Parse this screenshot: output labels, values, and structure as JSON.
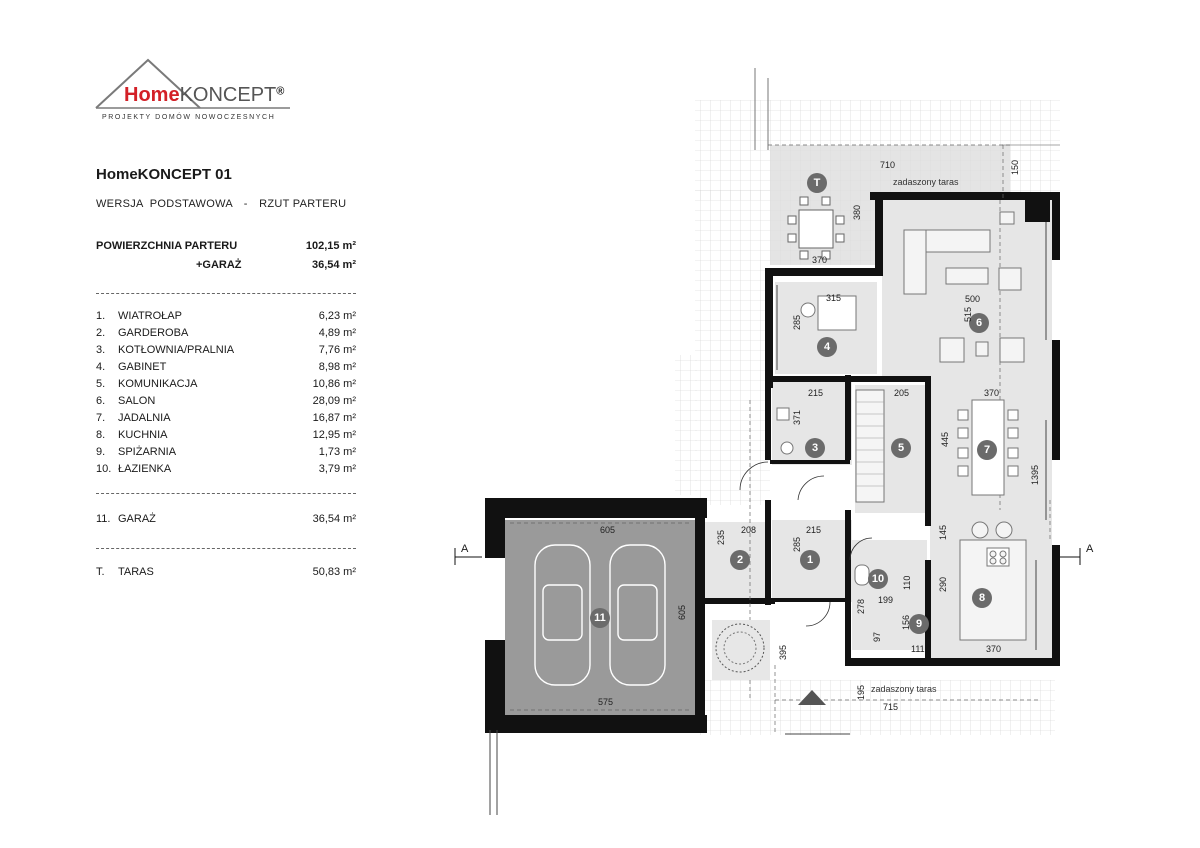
{
  "brand": {
    "name_part1": "Home",
    "name_part2": "KONCEPT",
    "registered": "®",
    "tagline": "PROJEKTY DOMÓW NOWOCZESNYCH"
  },
  "project": {
    "title": "HomeKONCEPT 01",
    "subtitle_left": "WERSJA  PODSTAWOWA",
    "subtitle_sep": "-",
    "subtitle_right": "RZUT PARTERU"
  },
  "summary": {
    "ground_label": "POWIERZCHNIA PARTERU",
    "ground_value": "102,15 m²",
    "garage_label": "+GARAŻ",
    "garage_value": "36,54 m²"
  },
  "rooms": [
    {
      "num": "1.",
      "name": "WIATROŁAP",
      "area": "6,23 m²"
    },
    {
      "num": "2.",
      "name": "GARDEROBA",
      "area": "4,89 m²"
    },
    {
      "num": "3.",
      "name": "KOTŁOWNIA/PRALNIA",
      "area": "7,76 m²"
    },
    {
      "num": "4.",
      "name": "GABINET",
      "area": "8,98 m²"
    },
    {
      "num": "5.",
      "name": "KOMUNIKACJA",
      "area": "10,86 m²"
    },
    {
      "num": "6.",
      "name": "SALON",
      "area": "28,09 m²"
    },
    {
      "num": "7.",
      "name": "JADALNIA",
      "area": "16,87 m²"
    },
    {
      "num": "8.",
      "name": "KUCHNIA",
      "area": "12,95 m²"
    },
    {
      "num": "9.",
      "name": "SPIŻARNIA",
      "area": "1,73 m²"
    },
    {
      "num": "10.",
      "name": "ŁAZIENKA",
      "area": "3,79 m²"
    }
  ],
  "garage_row": {
    "num": "11.",
    "name": "GARAŻ",
    "area": "36,54 m²"
  },
  "terrace_row": {
    "num": "T.",
    "name": "TARAS",
    "area": "50,83 m²"
  },
  "plan": {
    "section_mark": "A",
    "covered_terrace": "zadaszony taras",
    "room_markers": [
      "1",
      "2",
      "3",
      "4",
      "5",
      "6",
      "7",
      "8",
      "9",
      "10",
      "11"
    ],
    "terrace_marker": "T",
    "dimensions": [
      "710",
      "150",
      "380",
      "370",
      "500",
      "515",
      "315",
      "285",
      "215",
      "371",
      "205",
      "370",
      "445",
      "1395",
      "605",
      "208",
      "235",
      "215",
      "285",
      "145",
      "290",
      "199",
      "110",
      "278",
      "156",
      "97",
      "111",
      "370",
      "605",
      "395",
      "575",
      "195",
      "715"
    ]
  },
  "colors": {
    "brand_red": "#d32027",
    "wall": "#111111",
    "room_fill": "#e6e6e6",
    "garage_fill": "#9a9a9a",
    "marker": "#6b6b6b"
  }
}
